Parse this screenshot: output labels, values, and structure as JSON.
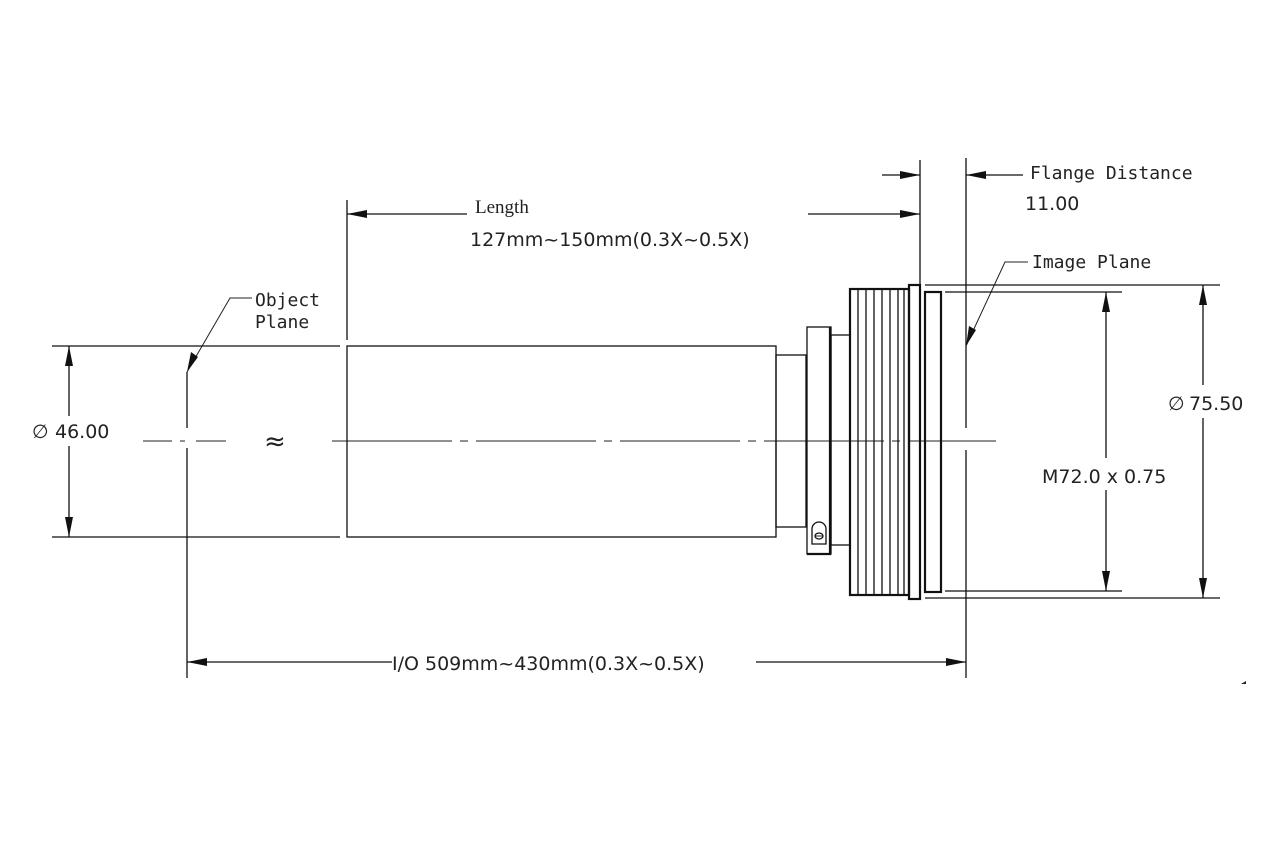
{
  "drawing": {
    "length_label": "Length",
    "length_value": "127mm~150mm(0.3X~0.5X)",
    "flange_label": "Flange Distance",
    "flange_value": "11.00",
    "image_plane_label": "Image Plane",
    "object_plane_label_line1": "Object",
    "object_plane_label_line2": "Plane",
    "diameter_left": "46.00",
    "diameter_right": "75.50",
    "diameter_symbol": "∅",
    "thread_spec": "M72.0 x 0.75",
    "io_distance": "I/O 509mm~430mm(0.3X~0.5X)",
    "approx_symbol": "≈"
  }
}
